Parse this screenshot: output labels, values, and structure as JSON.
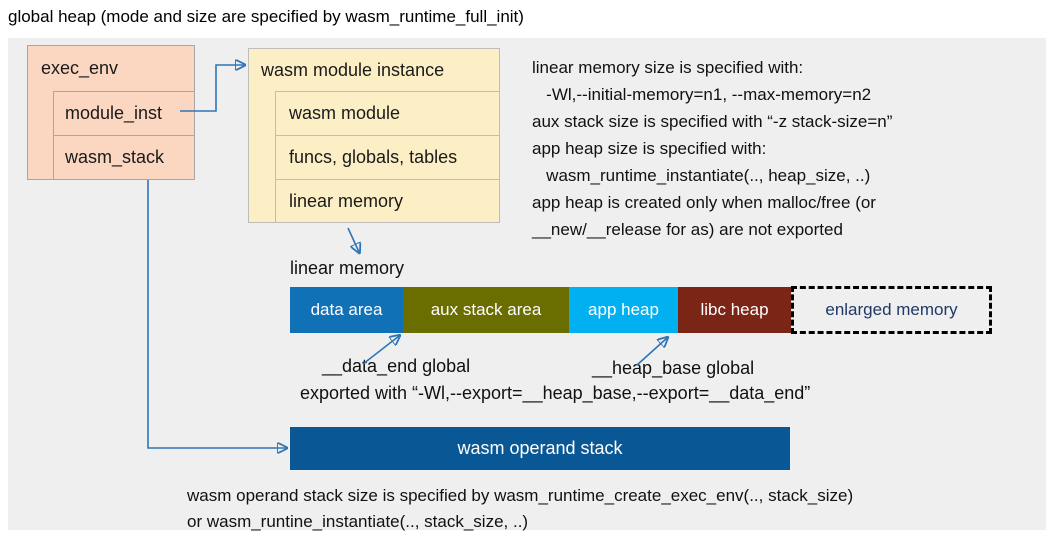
{
  "title": "global heap (mode and size are specified by wasm_runtime_full_init)",
  "colors": {
    "canvas_bg": "#EFEFEF",
    "exec_box_fill": "#FBD7C2",
    "instance_box_fill": "#FCEFC5",
    "connector": "#2E75B6",
    "operand_stack_fill": "#0A5795",
    "enlarged_text": "#1F3864"
  },
  "exec_env": {
    "label": "exec_env",
    "fields": [
      "module_inst",
      "wasm_stack"
    ]
  },
  "module_instance": {
    "label": "wasm module instance",
    "fields": [
      "wasm module",
      "funcs, globals, tables",
      "linear memory"
    ]
  },
  "notes_right": [
    "linear memory size is specified with:",
    "   -Wl,--initial-memory=n1, --max-memory=n2",
    "aux stack size is specified with “-z stack-size=n”",
    "app heap size is specified with:",
    "   wasm_runtime_instantiate(.., heap_size, ..)",
    "app heap is created only when malloc/free (or",
    "__new/__release for as) are not exported"
  ],
  "linear_memory": {
    "label": "linear memory",
    "segments": [
      {
        "label": "data area",
        "color": "#1171B6"
      },
      {
        "label": "aux stack area",
        "color": "#6A6E00"
      },
      {
        "label": "app heap",
        "color": "#00B0F0"
      },
      {
        "label": "libc heap",
        "color": "#7B2516"
      },
      {
        "label": "enlarged memory",
        "color": "none"
      }
    ]
  },
  "annotations": {
    "data_end": "__data_end global",
    "heap_base": "__heap_base global",
    "exported": "exported with “-Wl,--export=__heap_base,--export=__data_end”"
  },
  "operand_stack": {
    "label": "wasm operand stack"
  },
  "notes_bottom": [
    "wasm operand stack size is specified by wasm_runtime_create_exec_env(.., stack_size)",
    "or wasm_runtine_instantiate(.., stack_size, ..)"
  ]
}
